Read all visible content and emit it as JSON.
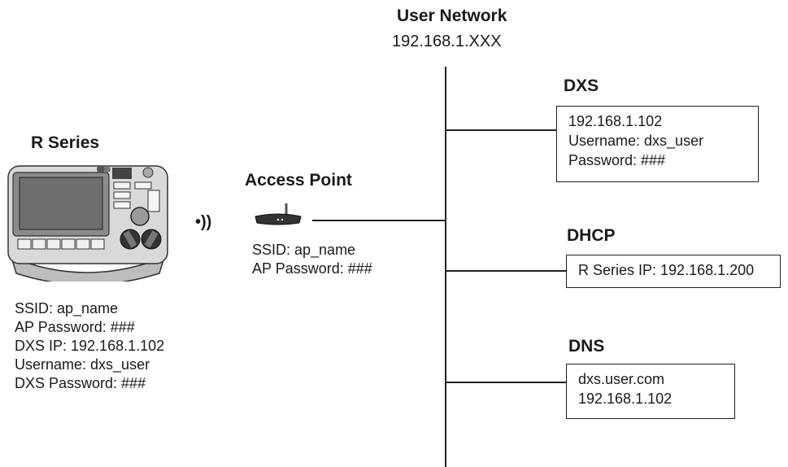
{
  "network": {
    "title": "User Network",
    "subnet": "192.168.1.XXX"
  },
  "r_series": {
    "title": "R Series",
    "settings": [
      "SSID: ap_name",
      "AP Password: ###",
      "DXS IP: 192.168.1.102",
      "Username: dxs_user",
      "DXS Password: ###"
    ]
  },
  "wireless_symbol": "•))",
  "access_point": {
    "title": "Access Point",
    "settings": [
      "SSID: ap_name",
      "AP Password: ###"
    ]
  },
  "dxs": {
    "title": "DXS",
    "lines": [
      "192.168.1.102",
      "Username: dxs_user",
      "Password: ###"
    ]
  },
  "dhcp": {
    "title": "DHCP",
    "lines": [
      "R Series IP:  192.168.1.200"
    ]
  },
  "dns": {
    "title": "DNS",
    "lines": [
      "dxs.user.com",
      "192.168.1.102"
    ]
  }
}
